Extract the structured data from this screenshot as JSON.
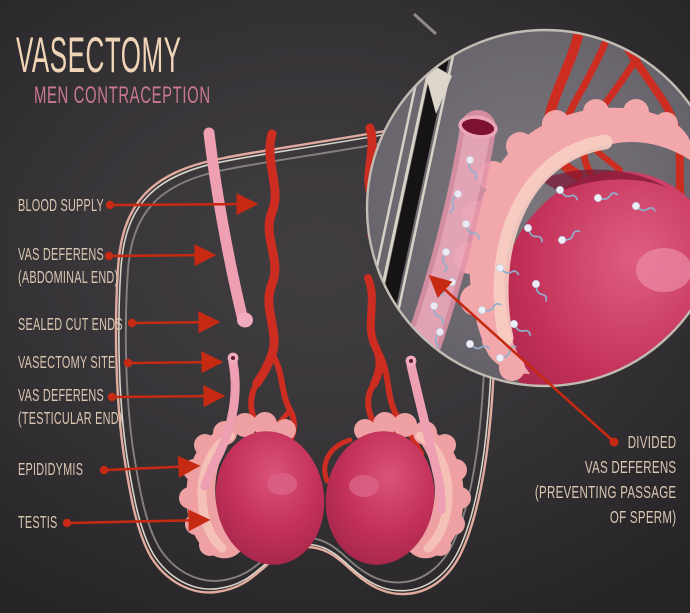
{
  "title": {
    "main": "VASECTOMY",
    "subtitle": "MEN CONTRACEPTION"
  },
  "labels": {
    "blood_supply": "BLOOD SUPPLY",
    "vas_deferens_abdominal": {
      "line1": "VAS DEFERENS",
      "line2": "(ABDOMINAL END)"
    },
    "sealed_cut_ends": "SEALED CUT ENDS",
    "vasectomy_site": "VASECTOMY SITE",
    "vas_deferens_testicular": {
      "line1": "VAS DEFERENS",
      "line2": "(TESTICULAR END)"
    },
    "epididymis": "EPIDIDYMIS",
    "testis": "TESTIS",
    "divided_vas_deferens": {
      "line1": "DIVIDED",
      "line2": "VAS DEFERENS",
      "line3": "(PREVENTING PASSAGE",
      "line4": "OF SPERM)"
    }
  },
  "colors": {
    "background": "#2e2c2e",
    "title_text": "#efd4b6",
    "subtitle_text": "#c9798e",
    "label_text": "#dbc7b2",
    "arrow_red": "#c62a12",
    "vessel_red": "#cd2c20",
    "vas_deferens_pink": "#ee9fb2",
    "testis_crimson": "#c23058",
    "epididymis_pink": "#efa0a2",
    "inset_fill_gray": "#6e6a6f",
    "contour_pink": "#e2ab9e",
    "contour_cream": "#d9d3c9",
    "contour_gray": "#85817e"
  }
}
